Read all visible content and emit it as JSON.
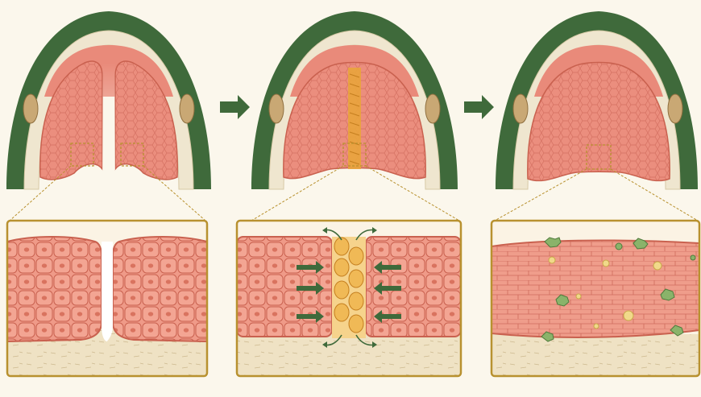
{
  "figure": {
    "stages": [
      {
        "state": "unfused",
        "shelves": "separate",
        "zoom": "gap"
      },
      {
        "state": "fusing",
        "shelves": "contact",
        "zoom": "seam-with-arrows"
      },
      {
        "state": "fused",
        "shelves": "merged",
        "zoom": "continuous-with-scattered-cells"
      }
    ],
    "colors": {
      "background": "#fbf7ec",
      "outer_band": "#3f6a3b",
      "bone_ring": "#efe6cf",
      "palate": "#e98a7a",
      "palate_dark": "#c9614f",
      "seam": "#e9a43c",
      "arrow": "#3f6a3b",
      "frame": "#b8912f",
      "stroma": "#efe2c4",
      "scatter_green": "#8ab36a",
      "scatter_yellow": "#f1d98a"
    },
    "icons": [
      "stage-arrow-icon",
      "stage-arrow-icon",
      "inward-arrow-icon",
      "outward-arrow-icon",
      "zoom-marker-icon"
    ]
  }
}
